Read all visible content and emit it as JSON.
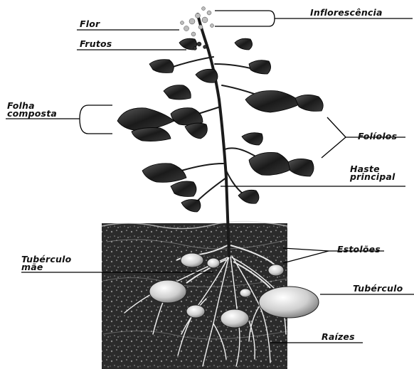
{
  "labels": {
    "flor": "Flor",
    "inflorescencia": "Inflorescência",
    "frutos": "Frutos",
    "folha_composta_line1": "Folha",
    "folha_composta_line2": "composta",
    "foliolos": "Folíolos",
    "haste_line1": "Haste",
    "haste_line2": "principal",
    "estoloes": "Estolões",
    "tuberculo_mae_line1": "Tubérculo",
    "tuberculo_mae_line2": "mãe",
    "tuberculo": "Tubérculo",
    "raizes": "Raízes"
  }
}
